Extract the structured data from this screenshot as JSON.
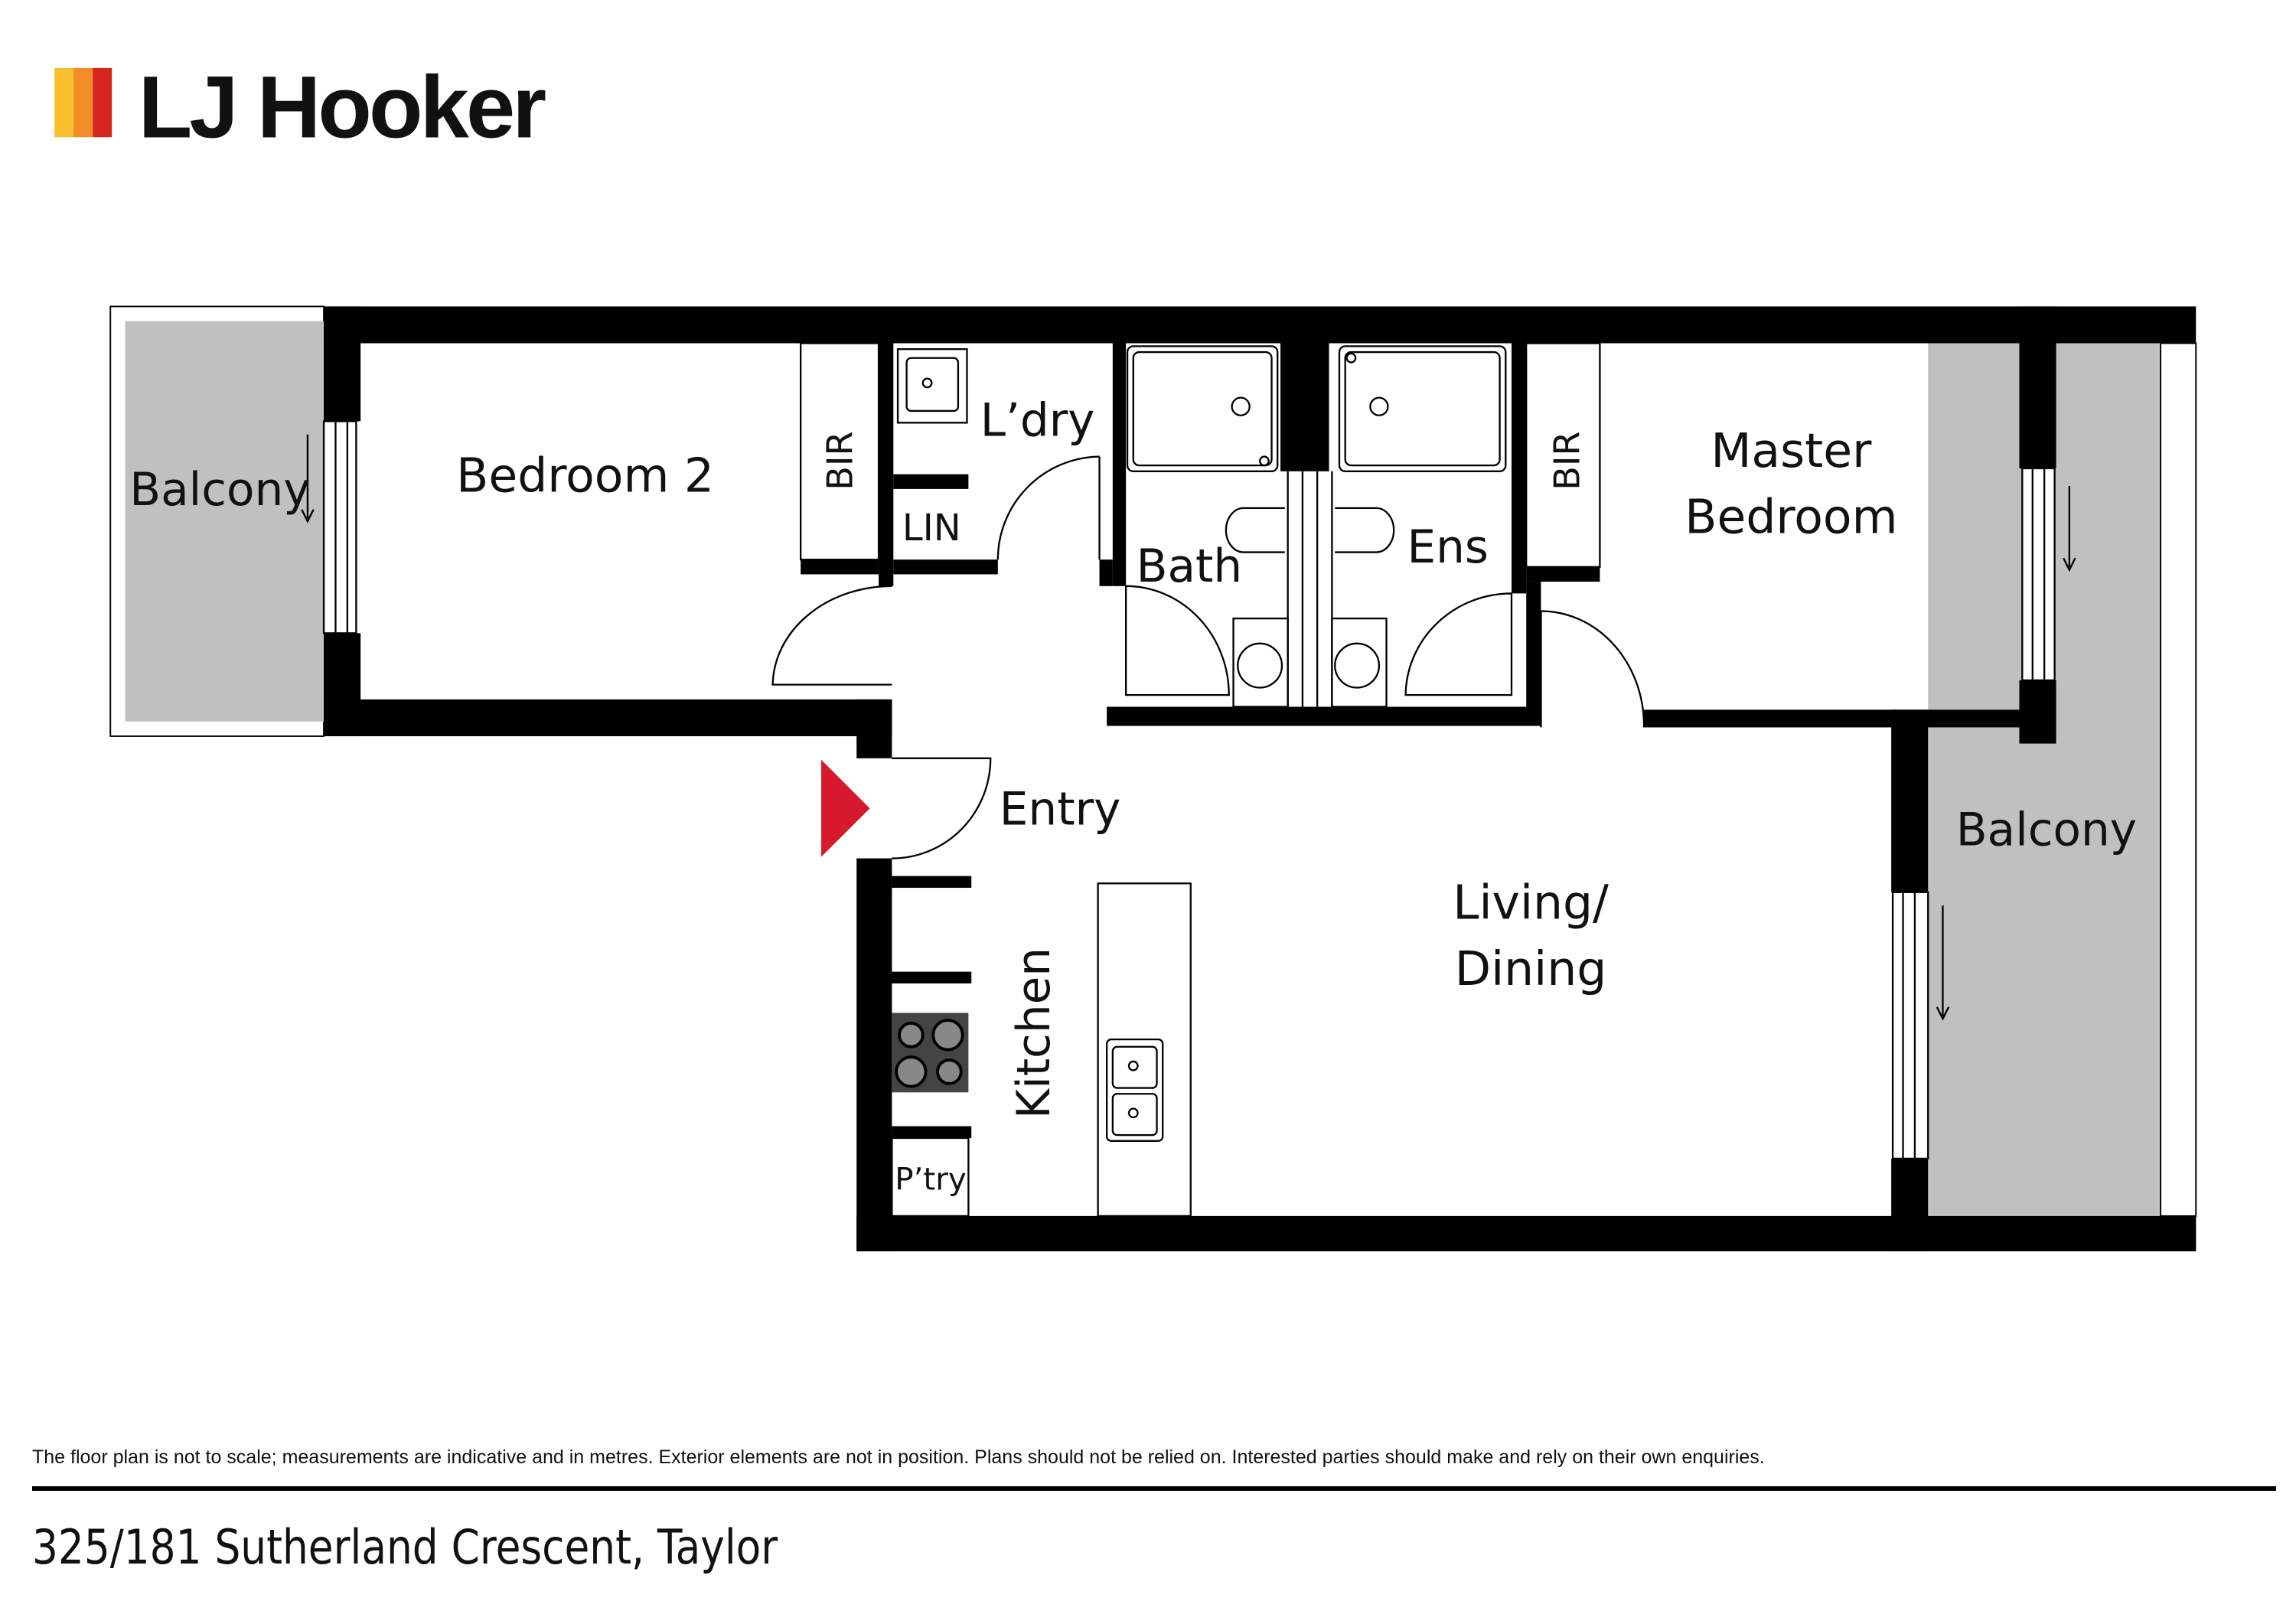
{
  "logo": {
    "text": "LJ Hooker",
    "stripe_colors": [
      "#FBC02D",
      "#F28C28",
      "#D7261E"
    ]
  },
  "rooms": {
    "balcony_left": "Balcony",
    "bedroom2": "Bedroom 2",
    "bir_left": "BIR",
    "lin": "LIN",
    "laundry": "L’dry",
    "bath": "Bath",
    "ens": "Ens",
    "bir_right": "BIR",
    "master_line1": "Master",
    "master_line2": "Bedroom",
    "balcony_right": "Balcony",
    "entry": "Entry",
    "kitchen": "Kitchen",
    "pantry": "P’try",
    "living_line1": "Living/",
    "living_line2": "Dining"
  },
  "colors": {
    "wall": "#000000",
    "balcony": "#C0C0C0",
    "entry_marker": "#D7192E"
  },
  "footer": {
    "disclaimer": "The floor plan is not to scale; measurements are indicative and in metres. Exterior elements are not in position. Plans should not be relied on. Interested parties should make and rely on their own enquiries.",
    "address": "325/181 Sutherland Crescent, Taylor"
  }
}
